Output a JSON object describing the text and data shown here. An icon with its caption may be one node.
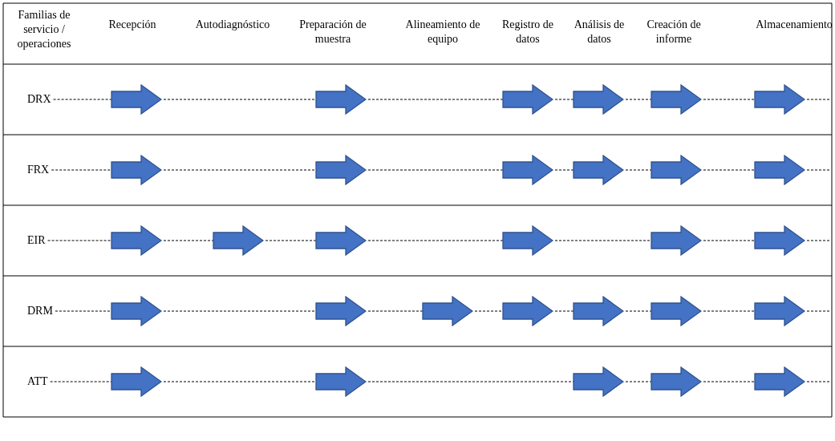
{
  "diagram": {
    "nodes": [
      {
        "text": [
          "DRX"
        ]
      },
      {
        "text": [],
        "shape": "arrow"
      },
      {
        "text": [],
        "shape": "arrow"
      },
      {
        "text": [],
        "shape": "arrow"
      },
      {
        "text": [],
        "shape": "arrow"
      },
      {
        "text": [],
        "shape": "arrow"
      },
      {
        "text": [],
        "shape": "arrow"
      },
      {
        "text": [
          "FRX"
        ]
      },
      {
        "text": [],
        "shape": "arrow"
      },
      {
        "text": [],
        "shape": "arrow"
      },
      {
        "text": [],
        "shape": "arrow"
      },
      {
        "text": [],
        "shape": "arrow"
      },
      {
        "text": [],
        "shape": "arrow"
      },
      {
        "text": [],
        "shape": "arrow"
      },
      {
        "text": [
          "EIR"
        ]
      },
      {
        "text": [],
        "shape": "arrow"
      },
      {
        "text": [],
        "shape": "arrow"
      },
      {
        "text": [],
        "shape": "arrow"
      },
      {
        "text": [],
        "shape": "arrow"
      },
      {
        "text": [],
        "shape": "arrow"
      },
      {
        "text": [],
        "shape": "arrow"
      },
      {
        "text": [
          "DRM"
        ]
      },
      {
        "text": [],
        "shape": "arrow"
      },
      {
        "text": [],
        "shape": "arrow"
      },
      {
        "text": [],
        "shape": "arrow"
      },
      {
        "text": [],
        "shape": "arrow"
      },
      {
        "text": [],
        "shape": "arrow"
      },
      {
        "text": [],
        "shape": "arrow"
      },
      {
        "text": [],
        "shape": "arrow"
      },
      {
        "text": [
          "ATT"
        ]
      },
      {
        "text": [],
        "shape": "arrow"
      },
      {
        "text": [],
        "shape": "arrow"
      },
      {
        "text": [],
        "shape": "arrow"
      },
      {
        "text": [],
        "shape": "arrow"
      },
      {
        "text": [],
        "shape": "arrow"
      }
    ],
    "edges": [
      {
        "from": 0,
        "to": 1,
        "arrow": "none",
        "style": "dashed"
      },
      {
        "from": 1,
        "to": 2,
        "arrow": "none",
        "style": "dashed"
      },
      {
        "from": 2,
        "to": 3,
        "arrow": "none",
        "style": "dashed"
      },
      {
        "from": 3,
        "to": 4,
        "arrow": "none",
        "style": "dashed"
      },
      {
        "from": 4,
        "to": 5,
        "arrow": "none",
        "style": "dashed"
      },
      {
        "from": 5,
        "to": 6,
        "arrow": "none",
        "style": "dashed"
      },
      {
        "from": 6,
        "to": null,
        "arrow": "none",
        "style": "dashed"
      },
      {
        "from": 7,
        "to": 8,
        "arrow": "none",
        "style": "dashed"
      },
      {
        "from": 8,
        "to": 9,
        "arrow": "none",
        "style": "dashed"
      },
      {
        "from": 9,
        "to": 10,
        "arrow": "none",
        "style": "dashed"
      },
      {
        "from": 10,
        "to": 11,
        "arrow": "none",
        "style": "dashed"
      },
      {
        "from": 11,
        "to": 12,
        "arrow": "none",
        "style": "dashed"
      },
      {
        "from": 12,
        "to": 13,
        "arrow": "none",
        "style": "dashed"
      },
      {
        "from": 13,
        "to": null,
        "arrow": "none",
        "style": "dashed"
      },
      {
        "from": 14,
        "to": 15,
        "arrow": "none",
        "style": "dashed"
      },
      {
        "from": 15,
        "to": 16,
        "arrow": "none",
        "style": "dashed"
      },
      {
        "from": 16,
        "to": 17,
        "arrow": "none",
        "style": "dashed"
      },
      {
        "from": 17,
        "to": 18,
        "arrow": "none",
        "style": "dashed"
      },
      {
        "from": 18,
        "to": 19,
        "arrow": "none",
        "style": "dashed"
      },
      {
        "from": 19,
        "to": 20,
        "arrow": "none",
        "style": "dashed"
      },
      {
        "from": 20,
        "to": null,
        "arrow": "none",
        "style": "dashed"
      },
      {
        "from": 21,
        "to": 22,
        "arrow": "none",
        "style": "dashed"
      },
      {
        "from": 22,
        "to": 23,
        "arrow": "none",
        "style": "dashed"
      },
      {
        "from": 23,
        "to": 24,
        "arrow": "none",
        "style": "dashed"
      },
      {
        "from": 24,
        "to": 25,
        "arrow": "none",
        "style": "dashed"
      },
      {
        "from": 25,
        "to": 26,
        "arrow": "none",
        "style": "dashed"
      },
      {
        "from": 26,
        "to": 27,
        "arrow": "none",
        "style": "dashed"
      },
      {
        "from": 27,
        "to": 28,
        "arrow": "none",
        "style": "dashed"
      },
      {
        "from": 28,
        "to": null,
        "arrow": "none",
        "style": "dashed"
      },
      {
        "from": 29,
        "to": 30,
        "arrow": "none",
        "style": "dashed"
      },
      {
        "from": 30,
        "to": 31,
        "arrow": "none",
        "style": "dashed"
      },
      {
        "from": 31,
        "to": 32,
        "arrow": "none",
        "style": "dashed"
      },
      {
        "from": 32,
        "to": 33,
        "arrow": "none",
        "style": "dashed"
      },
      {
        "from": 33,
        "to": 34,
        "arrow": "none",
        "style": "dashed"
      },
      {
        "from": 34,
        "to": null,
        "arrow": "none",
        "style": "dashed"
      }
    ],
    "labels": [
      "Familias de servicio / operaciones",
      "Recepción",
      "Autodiagnóstico",
      "Preparación de muestra",
      "Alineamiento de equipo",
      "Registro de datos",
      "Análisis de datos",
      "Creación de informe",
      "Almacenamiento"
    ]
  }
}
